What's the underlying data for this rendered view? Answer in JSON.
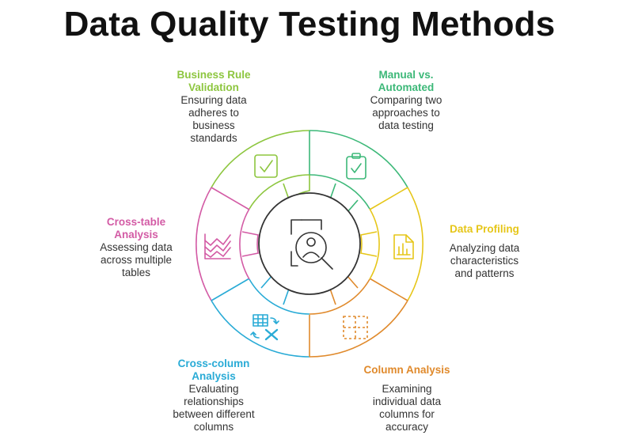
{
  "title": "Data Quality Testing Methods",
  "colors": {
    "green": "#8dc63f",
    "teal": "#3cb878",
    "yellow": "#e6c619",
    "orange": "#e08a2c",
    "blue": "#29abd6",
    "pink": "#d35ba5",
    "center": "#333333"
  },
  "center_icon": "person-search-icon",
  "segments": [
    {
      "key": "business",
      "heading": [
        "Business Rule",
        "Validation"
      ],
      "description": [
        "Ensuring data",
        "adheres to",
        "business",
        "standards"
      ],
      "icon": "checkbox-icon"
    },
    {
      "key": "manual",
      "heading": [
        "Manual vs.",
        "Automated"
      ],
      "description": [
        "Comparing two",
        "approaches to",
        "data testing"
      ],
      "icon": "clipboard-check-icon"
    },
    {
      "key": "profiling",
      "heading": [
        "Data Profiling"
      ],
      "description": [
        "Analyzing data",
        "characteristics",
        "and patterns"
      ],
      "icon": "document-chart-icon"
    },
    {
      "key": "column",
      "heading": [
        "Column Analysis"
      ],
      "description": [
        "Examining",
        "individual data",
        "columns for",
        "accuracy"
      ],
      "icon": "dashed-grid-icon"
    },
    {
      "key": "crosscolumn",
      "heading": [
        "Cross-column",
        "Analysis"
      ],
      "description": [
        "Evaluating",
        "relationships",
        "between different",
        "columns"
      ],
      "icon": "table-exchange-icon"
    },
    {
      "key": "crosstable",
      "heading": [
        "Cross-table",
        "Analysis"
      ],
      "description": [
        "Assessing data",
        "across multiple",
        "tables"
      ],
      "icon": "line-chart-icon"
    }
  ]
}
